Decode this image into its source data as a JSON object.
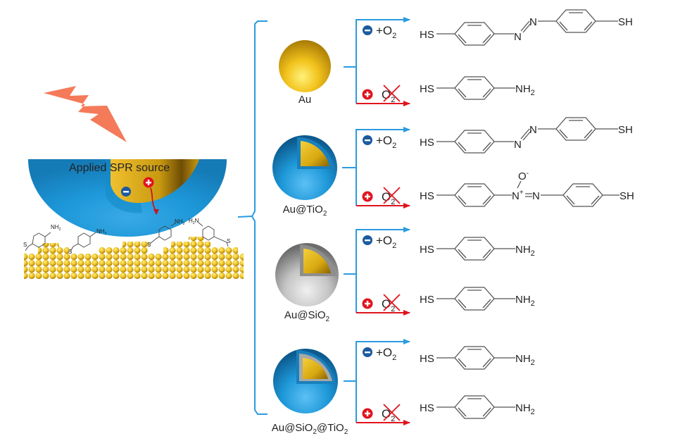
{
  "diagram": {
    "source_label": "Applied SPR source",
    "surface_labels": {
      "nh2": "NH",
      "nh2_sub": "2",
      "h2n_pre": "H",
      "h2n_sub": "2",
      "h2n_post": "N",
      "s": "S"
    },
    "colors": {
      "bolt": "#f47a5a",
      "tio2": "#1e98d8",
      "gold": "#e6b81c",
      "silica": "#b8b8b8",
      "bracket": "#2a9be0",
      "blue_arrow": "#2a9be0",
      "red_arrow": "#e0141e",
      "electron": "#1b5aa0",
      "hole": "#e0141e"
    },
    "conditions": {
      "electron_symbol": "−",
      "hole_symbol": "+",
      "with_o2": "+O",
      "no_o2": "O",
      "o2_sub": "2"
    },
    "particles": [
      {
        "name": "Au",
        "label_main": "Au",
        "label_sub": "",
        "label_tail": "",
        "products": {
          "with_o2": "4,4'-dimercaptoazobenzene (HS–C6H4–N=N–C6H4–SH)",
          "without_o2": "4-aminothiophenol (HS–C6H4–NH2)"
        }
      },
      {
        "name": "Au@TiO2",
        "label_main": "Au@TiO",
        "label_sub": "2",
        "label_tail": "",
        "products": {
          "with_o2": "4,4'-dimercaptoazobenzene (HS–C6H4–N=N–C6H4–SH)",
          "without_o2": "4,4'-dimercaptoazoxybenzene (HS–C6H4–N+(O−)=N–C6H4–SH)"
        }
      },
      {
        "name": "Au@SiO2",
        "label_main": "Au@SiO",
        "label_sub": "2",
        "label_tail": "",
        "products": {
          "with_o2": "4-aminothiophenol (HS–C6H4–NH2)",
          "without_o2": "4-aminothiophenol (HS–C6H4–NH2)"
        }
      },
      {
        "name": "Au@SiO2@TiO2",
        "label_main": "Au@SiO",
        "label_sub": "2",
        "label_tail": "@TiO",
        "label_sub2": "2",
        "products": {
          "with_o2": "4-aminothiophenol (HS–C6H4–NH2)",
          "without_o2": "4-aminothiophenol (HS–C6H4–NH2)"
        }
      }
    ],
    "chem_text": {
      "hs": "HS",
      "sh": "SH",
      "n": "N",
      "nh": "NH",
      "sub2": "2",
      "o": "O",
      "minus": "-",
      "plus": "+"
    }
  }
}
